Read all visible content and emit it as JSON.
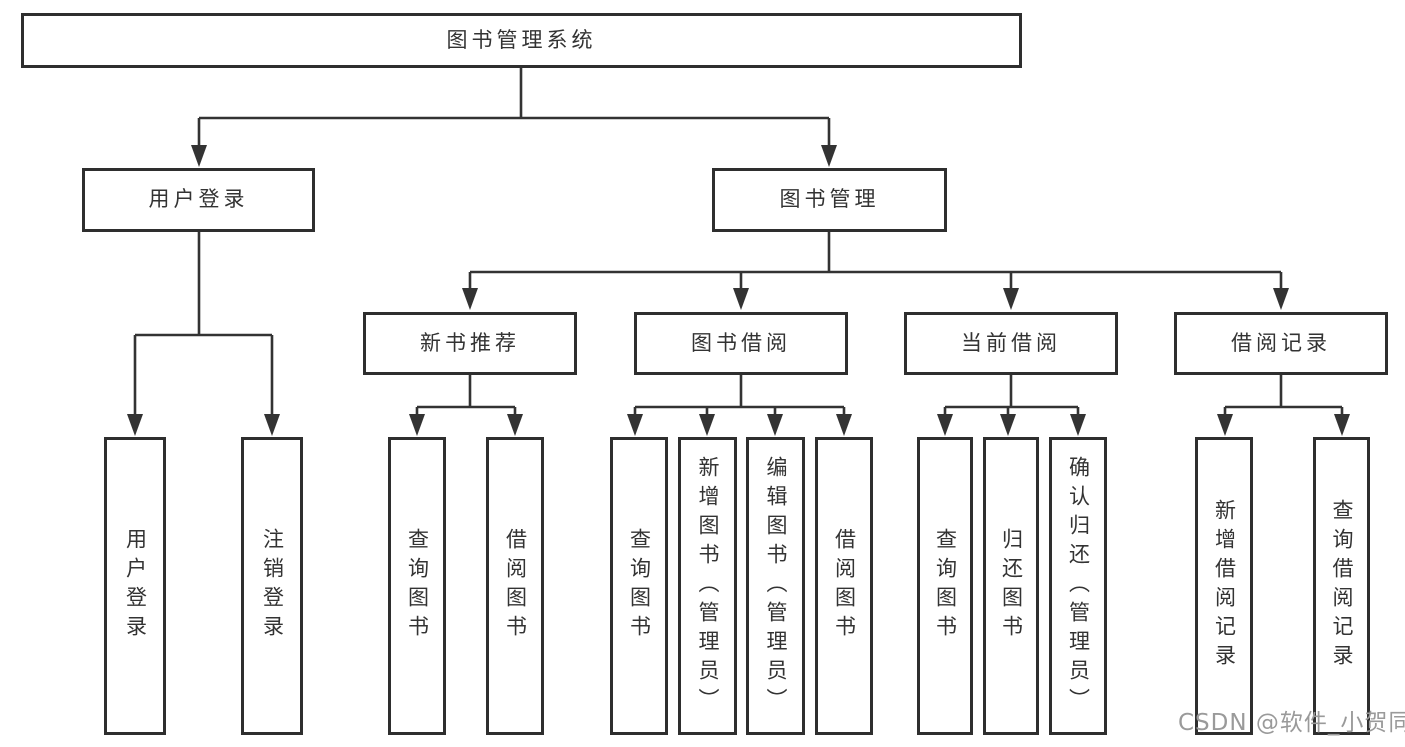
{
  "diagram": {
    "type": "hierarchy-tree",
    "watermark": "CSDN @软件_小贺同学",
    "colors": {
      "line": "#333333",
      "box_border": "#2e2e2e",
      "box_background": "#ffffff",
      "text": "#333333",
      "watermark": "#9a9a9a"
    },
    "nodes": {
      "root": {
        "label": "图书管理系统"
      },
      "user_login": {
        "label": "用户登录"
      },
      "book_mgmt": {
        "label": "图书管理"
      },
      "login": {
        "label": "用户登录"
      },
      "logout": {
        "label": "注销登录"
      },
      "new_book_rec": {
        "label": "新书推荐"
      },
      "book_borrow": {
        "label": "图书借阅"
      },
      "current_borrow": {
        "label": "当前借阅"
      },
      "borrow_records": {
        "label": "借阅记录"
      },
      "rec_query_books": {
        "label": "查询图书"
      },
      "rec_borrow_books": {
        "label": "借阅图书"
      },
      "bb_query_books": {
        "label": "查询图书"
      },
      "bb_add_books": {
        "label": "新增图书（管理员）"
      },
      "bb_edit_books": {
        "label": "编辑图书（管理员）"
      },
      "bb_borrow_books": {
        "label": "借阅图书"
      },
      "cb_query_books": {
        "label": "查询图书"
      },
      "cb_return_books": {
        "label": "归还图书"
      },
      "cb_confirm_return": {
        "label": "确认归还（管理员）"
      },
      "br_add_record": {
        "label": "新增借阅记录"
      },
      "br_query_record": {
        "label": "查询借阅记录"
      }
    }
  }
}
